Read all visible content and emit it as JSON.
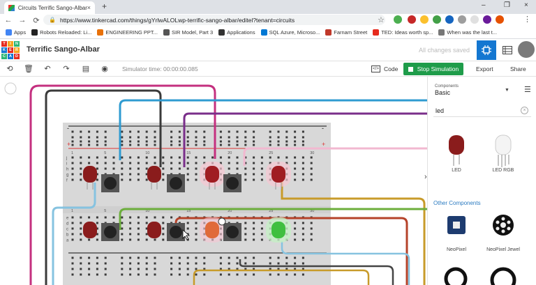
{
  "browser": {
    "tab_title": "Circuits Terrific Sango-Albar | Tin",
    "tab_close": "×",
    "new_tab": "+",
    "url": "https://www.tinkercad.com/things/gYrlwALOLwp-terrific-sango-albar/editel?tenant=circuits",
    "window_controls": [
      "–",
      "❐",
      "×"
    ],
    "bookmarks": [
      {
        "label": "Apps",
        "color": "#4285f4"
      },
      {
        "label": "Robots Reloaded: Li...",
        "color": "#222"
      },
      {
        "label": "ENGINEERING PPT...",
        "color": "#e8710a"
      },
      {
        "label": "SIR Model, Part 3",
        "color": "#555"
      },
      {
        "label": "Applications",
        "color": "#333"
      },
      {
        "label": "SQL Azure, Microso...",
        "color": "#0078d4"
      },
      {
        "label": "Farnam Street",
        "color": "#c0392b"
      },
      {
        "label": "TED: Ideas worth sp...",
        "color": "#e62b1e"
      },
      {
        "label": "When was the last t...",
        "color": "#777"
      }
    ]
  },
  "app": {
    "logo_letters": [
      "TIN",
      "KER",
      "CAD"
    ],
    "logo_colors": [
      "#e62b1e",
      "#f8a31b",
      "#2bb673",
      "#1477d1",
      "#e62b1e",
      "#f8a31b",
      "#2bb673",
      "#1477d1",
      "#e62b1e"
    ],
    "project_title": "Terrific Sango-Albar",
    "save_status": "All changes saved",
    "accent": "#1477d1"
  },
  "toolbar": {
    "simulator_time": "Simulator time: 00:00:00.085",
    "code_label": "Code",
    "stop_label": "Stop Simulation",
    "export_label": "Export",
    "share_label": "Share"
  },
  "panel": {
    "components_label": "Components",
    "components_value": "Basic",
    "search_value": "led",
    "items": [
      {
        "name": "LED"
      },
      {
        "name": "LED RGB"
      }
    ],
    "other_label": "Other Components",
    "other_items": [
      {
        "name": "NeoPixel"
      },
      {
        "name": "NeoPixel Jewel"
      }
    ]
  },
  "breadboard": {
    "row_letters": [
      "j",
      "i",
      "h",
      "g",
      "f",
      "e",
      "d",
      "c",
      "b",
      "a"
    ],
    "column_numbers": [
      "1",
      "5",
      "10",
      "15",
      "20",
      "25",
      "30"
    ],
    "plus": "+",
    "minus": "-"
  }
}
